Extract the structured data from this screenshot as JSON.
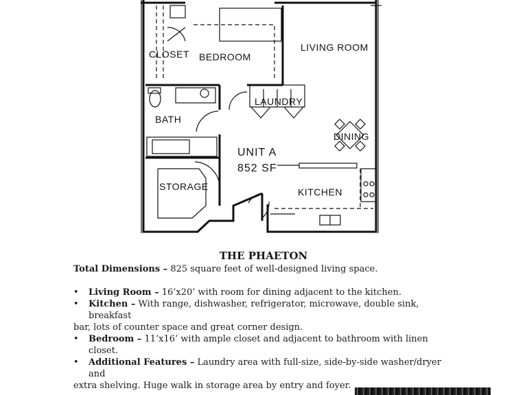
{
  "rooms": {
    "closet": "CLOSET",
    "bedroom": "BEDROOM",
    "living_room": "LIVING ROOM",
    "laundry": "LAUNDRY",
    "bath": "BATH",
    "dining": "DINING",
    "unit_name": "UNIT A",
    "unit_size": "852 SF",
    "storage": "STORAGE",
    "kitchen": "KITCHEN"
  },
  "title": "THE PHAETON",
  "total": {
    "label": "Total Dimensions –",
    "text": "825 square feet of well-designed living space."
  },
  "features": [
    {
      "label": "Living Room –",
      "text": "16’x20’ with room for dining adjacent to the kitchen."
    },
    {
      "label": "Kitchen –",
      "text": "With range, dishwasher, refrigerator, microwave, double sink, breakfast",
      "cont": "bar, lots of counter space and great corner design."
    },
    {
      "label": "Bedroom –",
      "text": "11’x16’ with ample closet and adjacent to bathroom with linen closet."
    },
    {
      "label": "Additional Features –",
      "text": "Laundry area with full-size, side-by-side washer/dryer and",
      "cont": "extra shelving.  Huge walk in storage area by entry and foyer."
    }
  ],
  "bullet_glyph": "•"
}
